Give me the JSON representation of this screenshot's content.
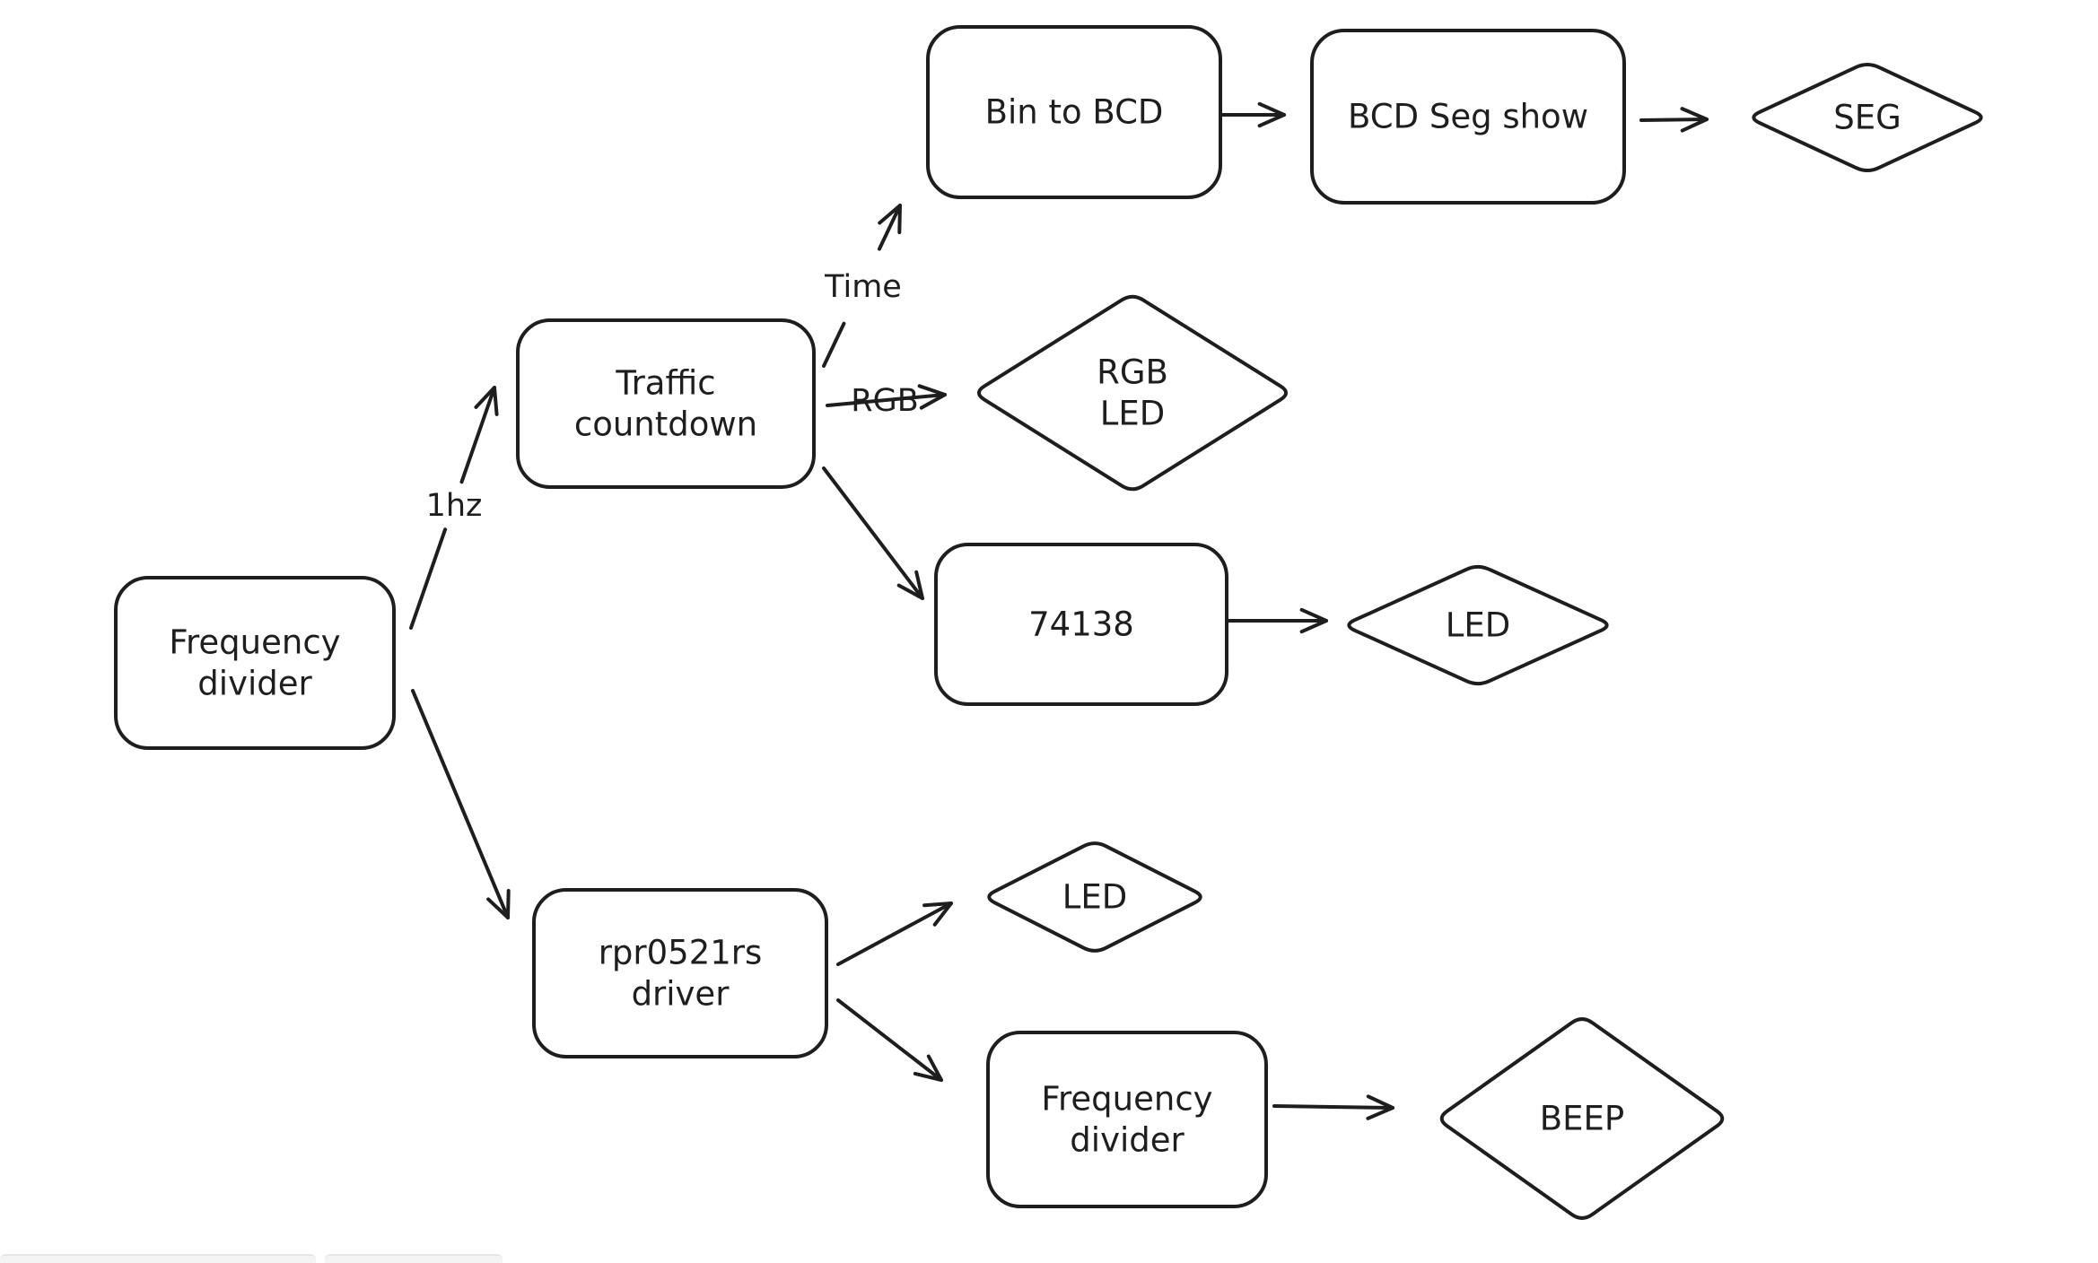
{
  "diagram": {
    "nodes": [
      {
        "id": "freq-divider-main",
        "shape": "rect",
        "lines": [
          "Frequency",
          "divider"
        ]
      },
      {
        "id": "traffic-countdown",
        "shape": "rect",
        "lines": [
          "Traffic",
          "countdown"
        ]
      },
      {
        "id": "bin-to-bcd",
        "shape": "rect",
        "lines": [
          "Bin to BCD"
        ]
      },
      {
        "id": "bcd-seg-show",
        "shape": "rect",
        "lines": [
          "BCD Seg show"
        ]
      },
      {
        "id": "seg",
        "shape": "diamond",
        "lines": [
          "SEG"
        ]
      },
      {
        "id": "rgb-led",
        "shape": "diamond",
        "lines": [
          "RGB",
          "LED"
        ]
      },
      {
        "id": "decoder-74138",
        "shape": "rect",
        "lines": [
          "74138"
        ]
      },
      {
        "id": "led-traffic",
        "shape": "diamond",
        "lines": [
          "LED"
        ]
      },
      {
        "id": "rpr0521rs-driver",
        "shape": "rect",
        "lines": [
          "rpr0521rs",
          "driver"
        ]
      },
      {
        "id": "led-sensor",
        "shape": "diamond",
        "lines": [
          "LED"
        ]
      },
      {
        "id": "freq-divider-beep",
        "shape": "rect",
        "lines": [
          "Frequency",
          "divider"
        ]
      },
      {
        "id": "beep",
        "shape": "diamond",
        "lines": [
          "BEEP"
        ]
      }
    ],
    "edges": [
      {
        "id": "e-main-traffic",
        "from": "freq-divider-main",
        "to": "traffic-countdown",
        "label": "1hz"
      },
      {
        "id": "e-main-rpr",
        "from": "freq-divider-main",
        "to": "rpr0521rs-driver",
        "label": ""
      },
      {
        "id": "e-traffic-bcd",
        "from": "traffic-countdown",
        "to": "bin-to-bcd",
        "label": "Time"
      },
      {
        "id": "e-traffic-rgb",
        "from": "traffic-countdown",
        "to": "rgb-led",
        "label": "RGB"
      },
      {
        "id": "e-traffic-74138",
        "from": "traffic-countdown",
        "to": "decoder-74138",
        "label": ""
      },
      {
        "id": "e-bin-bcdseg",
        "from": "bin-to-bcd",
        "to": "bcd-seg-show",
        "label": ""
      },
      {
        "id": "e-bcdseg-seg",
        "from": "bcd-seg-show",
        "to": "seg",
        "label": ""
      },
      {
        "id": "e-74138-led",
        "from": "decoder-74138",
        "to": "led-traffic",
        "label": ""
      },
      {
        "id": "e-rpr-led",
        "from": "rpr0521rs-driver",
        "to": "led-sensor",
        "label": ""
      },
      {
        "id": "e-rpr-freq",
        "from": "rpr0521rs-driver",
        "to": "freq-divider-beep",
        "label": ""
      },
      {
        "id": "e-freq-beep",
        "from": "freq-divider-beep",
        "to": "beep",
        "label": ""
      }
    ]
  }
}
